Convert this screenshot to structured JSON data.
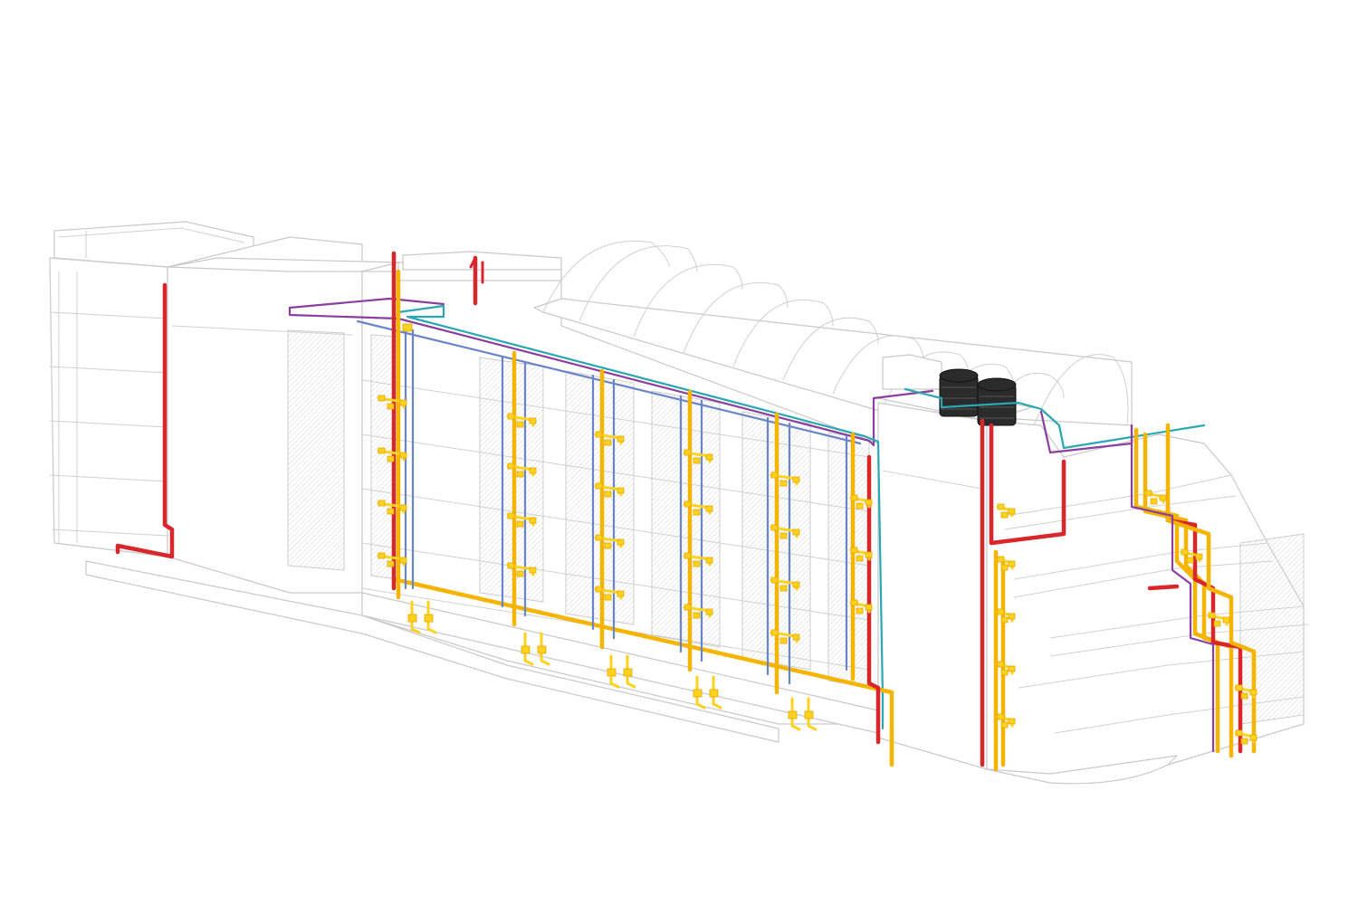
{
  "diagram": {
    "kind": "isometric building plumbing services model",
    "components": [
      {
        "name": "building-shell",
        "color": "#c9c9c9"
      },
      {
        "name": "fire-riser",
        "color": "#d9262b"
      },
      {
        "name": "water-supply-riser",
        "color": "#f4b400"
      },
      {
        "name": "vent-pipe",
        "color": "#8a3fa0"
      },
      {
        "name": "drain-pipe",
        "color": "#6a84c9"
      },
      {
        "name": "overflow-pipe",
        "color": "#2aa7b2"
      },
      {
        "name": "rooftop-water-tank",
        "color": "#2b2b2b",
        "count": 2
      }
    ]
  }
}
